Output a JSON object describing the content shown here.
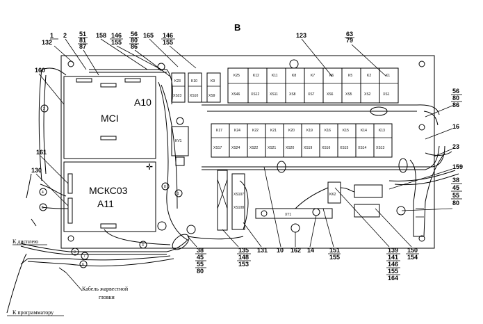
{
  "view_label": "В",
  "modules": [
    {
      "name": "MCI",
      "tag": "A10"
    },
    {
      "name": "МСКС03",
      "tag": "A11"
    }
  ],
  "relay_row1": [
    "K23",
    "K10",
    "K9",
    "K25",
    "K12",
    "K11",
    "K8",
    "K7",
    "K6",
    "K5",
    "K2",
    "K1"
  ],
  "socket_row1": [
    "XS23",
    "XS10",
    "XS9",
    "XS46",
    "XS12",
    "XS11",
    "XS8",
    "XS7",
    "XS6",
    "XS5",
    "XS2",
    "XS1"
  ],
  "relay_row2": [
    "K17",
    "K24",
    "K22",
    "K21",
    "K20",
    "K19",
    "K16",
    "K15",
    "K14",
    "K13"
  ],
  "socket_row2": [
    "XS17",
    "XS24",
    "XS22",
    "XS21",
    "XS20",
    "XS19",
    "XS16",
    "XS15",
    "XS14",
    "XS13"
  ],
  "component_labels": {
    "kv1": "KV1",
    "xs107": "XS107",
    "xs108": "XS108",
    "xt1": "XT1",
    "kk2": "KK2"
  },
  "callouts": {
    "c1": [
      "1",
      "132"
    ],
    "c2": [
      "2"
    ],
    "c3": [
      "51",
      "81",
      "87"
    ],
    "c4": [
      "158"
    ],
    "c5": [
      "146",
      "155"
    ],
    "c6": [
      "56",
      "80",
      "86"
    ],
    "c7": [
      "165"
    ],
    "c8": [
      "146",
      "155"
    ],
    "c9": [
      "123"
    ],
    "c10": [
      "63",
      "79"
    ],
    "c11": [
      "160"
    ],
    "c12": [
      "56",
      "80",
      "86"
    ],
    "c13": [
      "16"
    ],
    "c14": [
      "23"
    ],
    "c15": [
      "161"
    ],
    "c16": [
      "130"
    ],
    "c17": [
      "159"
    ],
    "c18": [
      "38",
      "45",
      "55",
      "80"
    ],
    "b1": [
      "38",
      "45",
      "55",
      "80"
    ],
    "b2": [
      "135",
      "148",
      "153"
    ],
    "b3": [
      "131"
    ],
    "b4": [
      "10"
    ],
    "b5": [
      "162"
    ],
    "b6": [
      "14"
    ],
    "b7": [
      "151",
      "155"
    ],
    "b8": [
      "139",
      "141",
      "146",
      "155",
      "164"
    ],
    "b9": [
      "150",
      "154"
    ]
  },
  "wire_numbers": [
    "2",
    "4",
    "5",
    "3",
    "3",
    "6",
    "7",
    "8",
    "1"
  ],
  "notes": {
    "display": "К дисплею",
    "harvest_line1": "Кабель жарвестной",
    "harvest_line2": "гловки",
    "programmer": "К программатору"
  }
}
